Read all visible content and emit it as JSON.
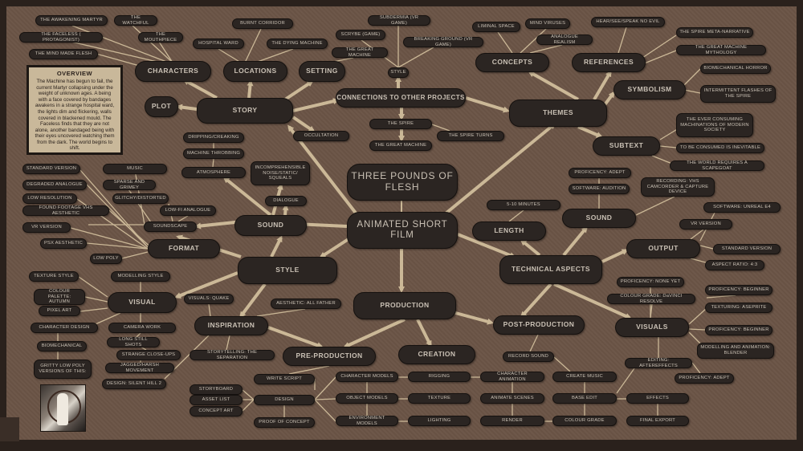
{
  "center": {
    "title": "THREE POUNDS OF FLESH",
    "subtitle": "ANIMATED SHORT FILM"
  },
  "overview": {
    "heading": "OVERVIEW",
    "text": "The Machine has begun to fail, the current Martyr collapsing under the weight of unknown ages. A being with a face covered by bandages awakens in a strange hospital ward, the lights dim and flickering, walls covered in blackened mould. The Faceless finds that they are not alone, another bandaged being with their eyes uncovered watching them from the dark. The world begins to shift."
  },
  "thumbnail": {
    "icon": "silent-hill-figure-image"
  },
  "story": {
    "label": "STORY",
    "plot": "PLOT",
    "characters": "CHARACTERS",
    "locations": "LOCATIONS",
    "setting": "SETTING",
    "char_items": [
      "THE AWAKENING MARTYR",
      "THE WATCHFUL",
      "THE FACELESS ( PROTAGONIST)",
      "THE MOUTHPIECE",
      "THE MIND MADE FLESH"
    ],
    "loc_items": [
      "BURNT CORRIDOR",
      "HOSPITAL WARD",
      "THE DYING MACHINE"
    ],
    "setting_items": [
      "THE GREAT MACHINE"
    ],
    "occultation": "OCCULTATION"
  },
  "connections": {
    "label": "CONNECTIONS TO OTHER PROJECTS",
    "style": "STYLE",
    "items": [
      "SUBDERMIA (VR GAME)",
      "SCRYBE (GAME)",
      "BREAKING GROUND (VR GAME)"
    ],
    "spire": "THE SPIRE",
    "great_machine": "THE GREAT MACHINE",
    "spire_turns": "THE SPIRE TURNS"
  },
  "themes": {
    "label": "THEMES",
    "concepts": "CONCEPTS",
    "references": "REFERENCES",
    "symbolism": "SYMBOLISM",
    "subtext": "SUBTEXT",
    "concept_items": [
      "LIMINAL SPACE",
      "MIND VIRUSES",
      "ANALOGUE REALISM"
    ],
    "reference_items": [
      "HEAR/SEE/SPEAK NO EVIL",
      "THE SPIRE META-NARRATIVE",
      "THE GREAT MACHINE MYTHOLOGY"
    ],
    "symbolism_items": [
      "BIOMECHANICAL HORROR",
      "INTERMITTENT FLASHES OF THE SPIRE"
    ],
    "subtext_items": [
      "THE EVER CONSUMING MACHINATIONS OF MODERN SOCIETY",
      "TO BE CONSUMED IS INEVITABLE",
      "THE WORLD REQUIRES A SCAPEGOAT"
    ]
  },
  "sound": {
    "label": "SOUND",
    "atmosphere": "ATMOSPHERE",
    "dialogue": "DIALOGUE",
    "soundscape": "SOUNDSCAPE",
    "atmo_items": [
      "DRIPPING/CREAKING",
      "MACHINE THROBBING"
    ],
    "noise": "INCOMPREHENSIBLE NOISE/STATIC/ SQUEALS",
    "music": "MUSIC",
    "music_items": [
      "SPARSE AND GRIMEY",
      "GLITCHY/DISTORTED"
    ],
    "lofi": "LOW-FI ANALOGUE"
  },
  "format": {
    "label": "FORMAT",
    "items": [
      "STANDARD VERSION",
      "DEGRADED ANALOGUE",
      "LOW RESOLUTION",
      "FOUND FOOTAGE VHS AESTHETIC",
      "VR VERSION",
      "PSX AESTHETIC",
      "LOW POLY"
    ]
  },
  "style": {
    "label": "STYLE",
    "visual": "VISUAL",
    "inspiration": "INSPIRATION",
    "modelling": "MODELLING STYLE",
    "visual_items": [
      "TEXTURE STYLE",
      "COLOUR PALETTE: AUTUMN",
      "PIXEL ART",
      "CHARACTER DESIGN",
      "BIOMECHANICAL",
      "GRITTY LOW POLY VERSIONS OF THIS:"
    ],
    "camera": "CAMERA WORK",
    "camera_items": [
      "LONG STILL SHOTS",
      "STRANGE CLOSE-UPS",
      "JAGGED/HARSH MOVEMENT"
    ],
    "insp_items": [
      "VISUALS: QUAKE",
      "AESTHETIC: ALL FATHER",
      "STORYTELLING: THE SEPARATION",
      "DESIGN: SILENT HILL 2"
    ]
  },
  "production": {
    "label": "PRODUCTION",
    "pre": "PRE-PRODUCTION",
    "creation": "CREATION",
    "post": "POST-PRODUCTION",
    "pre_items": [
      "WRITE SCRIPT",
      "DESIGN",
      "PROOF OF CONCEPT",
      "STORYBOARD",
      "ASSET LIST",
      "CONCEPT ART"
    ],
    "creation_items": [
      "CHARACTER MODELS",
      "OBJECT MODELS",
      "ENVIRONMENT MODELS",
      "RIGGING",
      "TEXTURE",
      "LIGHTING"
    ],
    "post_items": [
      "RECORD SOUND",
      "CHARACTER ANIMATION",
      "ANIMATE SCENES",
      "RENDER",
      "CREATE MUSIC",
      "BASE EDIT",
      "COLOUR GRADE",
      "EFFECTS",
      "FINAL EXPORT"
    ]
  },
  "technical": {
    "label": "TECHNICAL ASPECTS",
    "length": "LENGTH",
    "length_val": "5-10 MINUTES",
    "sound": "SOUND",
    "sound_items": [
      "PROFICENCY: ADEPT",
      "SOFTWARE: AUDITION",
      "RECORDING: VHS CAMCORDER & CAPTURE DEVICE"
    ],
    "output": "OUTPUT",
    "output_items": [
      "SOFTWARE: UNREAL E4",
      "VR VERSION",
      "STANDARD VERSION",
      "ASPECT RATIO: 4:3"
    ],
    "visuals": "VISUALS",
    "visual_items": [
      "PROFICENCY: NONE YET",
      "COLOUR GRADE: DaVINCI RESOLVE",
      "PROFICENCY: BEGINNER",
      "TEXTURING: ASEPRITE",
      "PROFICENCY: BEGINNER",
      "MODELLING AND ANIMATION: BLENDER",
      "EDITING: AFTEREFFECTS",
      "PROFICENCY: ADEPT"
    ]
  }
}
